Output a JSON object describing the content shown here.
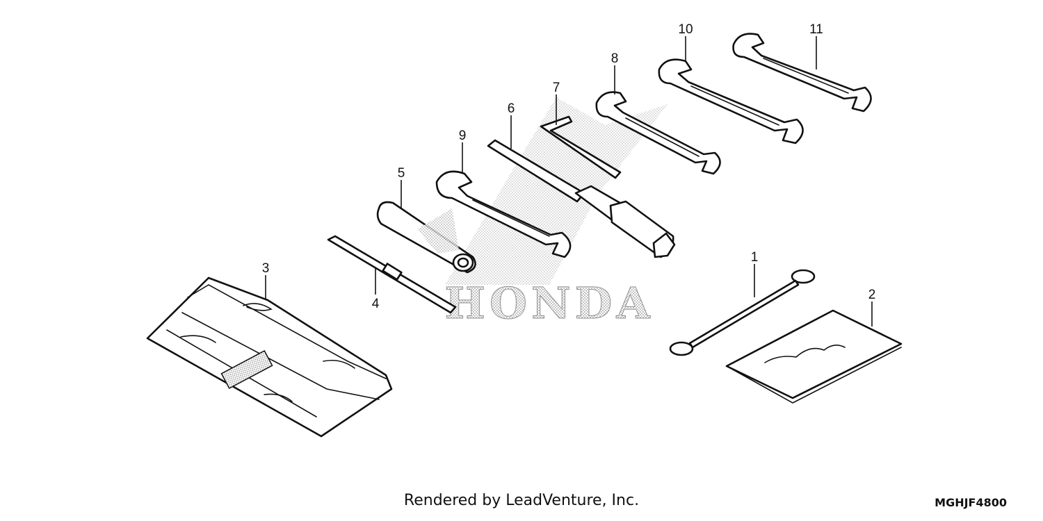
{
  "parts": [
    {
      "callout": "1",
      "icon": "strap-icon"
    },
    {
      "callout": "2",
      "icon": "manual-icon"
    },
    {
      "callout": "3",
      "icon": "tool-bag-icon"
    },
    {
      "callout": "4",
      "icon": "screwdriver-icon"
    },
    {
      "callout": "5",
      "icon": "handle-icon"
    },
    {
      "callout": "6",
      "icon": "socket-wrench-icon"
    },
    {
      "callout": "7",
      "icon": "hex-key-icon"
    },
    {
      "callout": "8",
      "icon": "wrench-icon"
    },
    {
      "callout": "9",
      "icon": "wrench-icon"
    },
    {
      "callout": "10",
      "icon": "wrench-icon"
    },
    {
      "callout": "11",
      "icon": "wrench-icon"
    }
  ],
  "watermark": "HONDA",
  "footer": {
    "credit": "Rendered by LeadVenture, Inc.",
    "diagram_code": "MGHJF4800"
  }
}
